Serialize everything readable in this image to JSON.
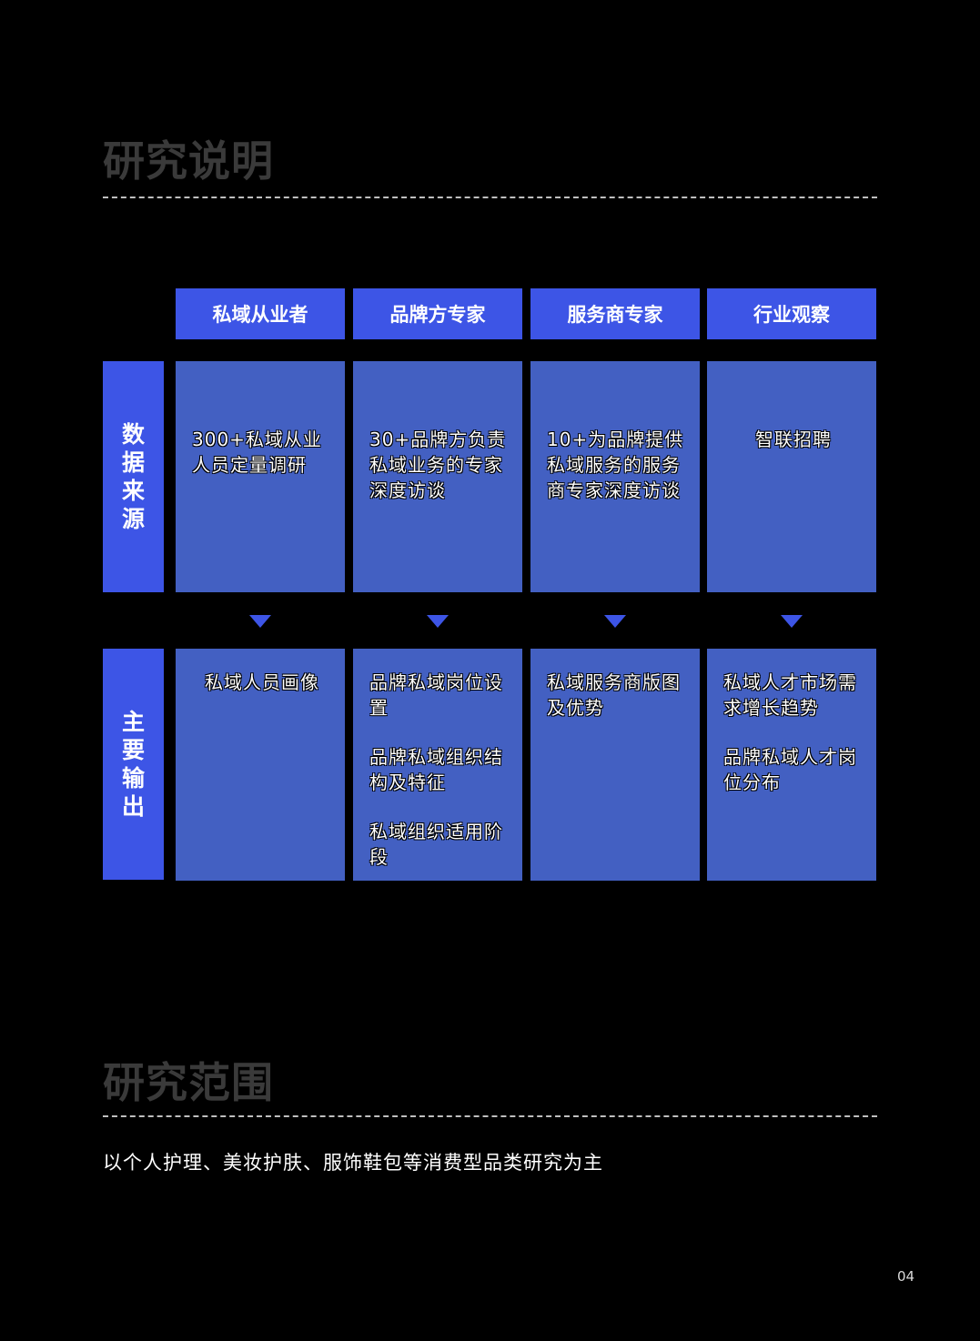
{
  "section1": {
    "title": "研究说明"
  },
  "table": {
    "headers": [
      "私域从业者",
      "品牌方专家",
      "服务商专家",
      "行业观察"
    ],
    "row_labels": {
      "data_source": "数据来源",
      "main_output": "主要输出"
    },
    "data_source": [
      "300+私域从业人员定量调研",
      "30+品牌方负责私域业务的专家深度访谈",
      "10+为品牌提供私域服务的服务商专家深度访谈",
      "智联招聘"
    ],
    "main_output": [
      [
        "私域人员画像"
      ],
      [
        "品牌私域岗位设置",
        "品牌私域组织结构及特征",
        "私域组织适用阶段"
      ],
      [
        "私域服务商版图及优势"
      ],
      [
        "私域人才市场需求增长趋势",
        "品牌私域人才岗位分布"
      ]
    ]
  },
  "section2": {
    "title": "研究范围",
    "description": "以个人护理、美妆护肤、服饰鞋包等消费型品类研究为主"
  },
  "page_number": "04",
  "colors": {
    "header_blue": "#3d55e6",
    "cell_blue": "#4360c2",
    "title_gray": "#3a3a3a"
  }
}
